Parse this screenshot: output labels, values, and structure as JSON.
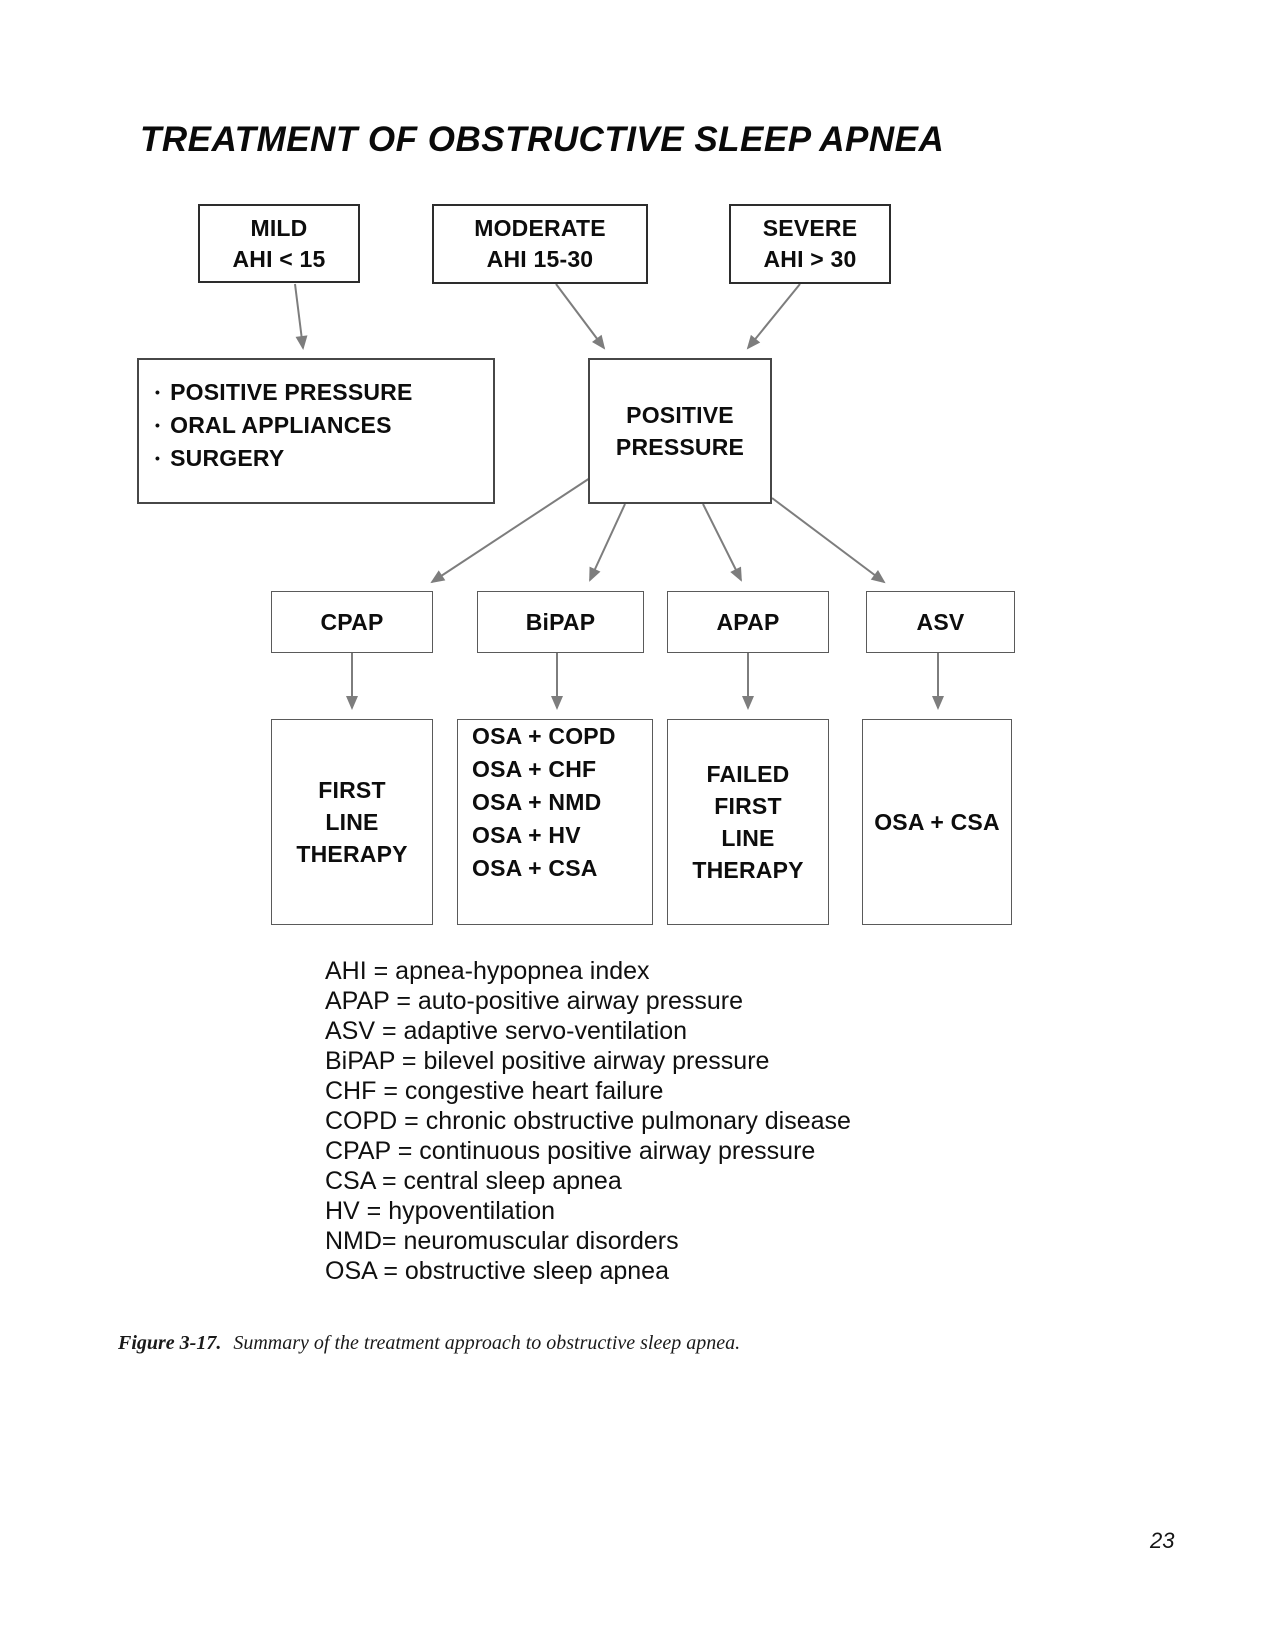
{
  "page": {
    "page_number": "23",
    "background": "#ffffff"
  },
  "title": "TREATMENT OF OBSTRUCTIVE SLEEP APNEA",
  "colors": {
    "text": "#0d0d0d",
    "box_border_dark": "#2d2d2d",
    "box_border_light": "#5a5a5a",
    "arrow": "#7d7d7d"
  },
  "flowchart": {
    "severity_boxes": [
      {
        "id": "mild",
        "line1": "MILD",
        "line2": "AHI < 15"
      },
      {
        "id": "moderate",
        "line1": "MODERATE",
        "line2": "AHI 15-30"
      },
      {
        "id": "severe",
        "line1": "SEVERE",
        "line2": "AHI > 30"
      }
    ],
    "mild_treatment_box": {
      "bullet": "•",
      "items": [
        "POSITIVE PRESSURE",
        "ORAL APPLIANCES",
        "SURGERY"
      ]
    },
    "positive_pressure_box": {
      "line1": "POSITIVE",
      "line2": "PRESSURE"
    },
    "therapy_boxes": [
      {
        "label": "CPAP"
      },
      {
        "label": "BiPAP"
      },
      {
        "label": "APAP"
      },
      {
        "label": "ASV"
      }
    ],
    "indication_boxes": [
      {
        "lines": [
          "FIRST",
          "LINE",
          "THERAPY"
        ]
      },
      {
        "lines": [
          "OSA + COPD",
          "OSA + CHF",
          "OSA + NMD",
          "OSA + HV",
          "OSA + CSA"
        ]
      },
      {
        "lines": [
          "FAILED",
          "FIRST",
          "LINE",
          "THERAPY"
        ]
      },
      {
        "lines": [
          "OSA + CSA"
        ]
      }
    ]
  },
  "legend": {
    "lines": [
      "AHI = apnea-hypopnea index",
      "APAP = auto-positive airway pressure",
      "ASV = adaptive servo-ventilation",
      "BiPAP = bilevel positive airway pressure",
      "CHF = congestive heart failure",
      "COPD = chronic obstructive pulmonary disease",
      "CPAP = continuous positive airway pressure",
      "CSA = central sleep apnea",
      "HV = hypoventilation",
      "NMD= neuromuscular disorders",
      "OSA = obstructive sleep apnea"
    ]
  },
  "caption": {
    "label": "Figure 3-17.",
    "text": "Summary of the treatment approach to obstructive sleep apnea."
  }
}
